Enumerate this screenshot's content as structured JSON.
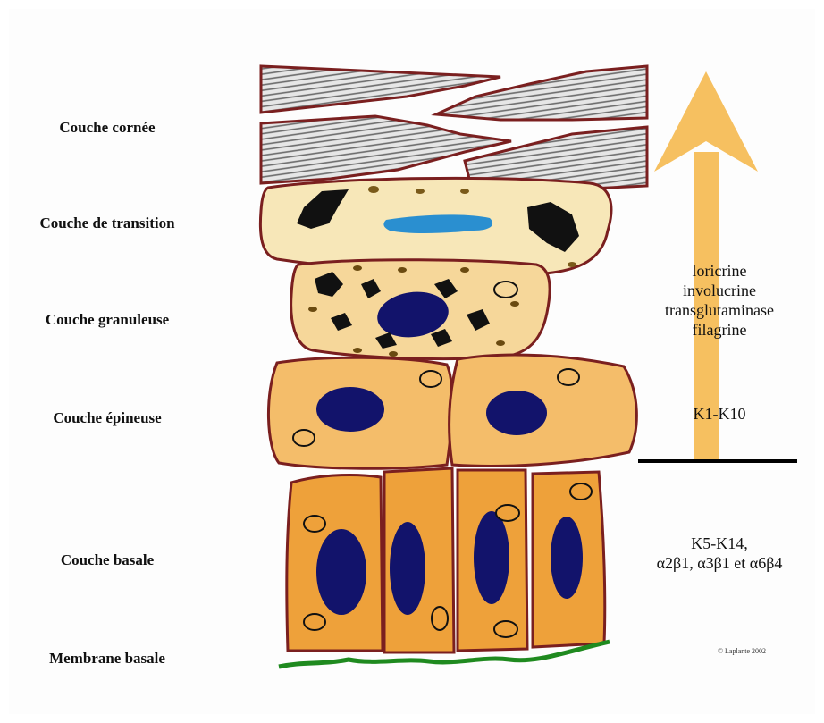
{
  "layers": [
    {
      "label": "Couche cornée"
    },
    {
      "label": "Couche de transition"
    },
    {
      "label": "Couche granuleuse"
    },
    {
      "label": "Couche épineuse"
    },
    {
      "label": "Couche basale"
    },
    {
      "label": "Membrane basale"
    }
  ],
  "differentiation_markers": [
    "loricrine",
    "involucrine",
    "transglutaminase",
    "filagrine"
  ],
  "suprabasal_keratins": "K1-K10",
  "basal_markers": [
    "K5-K14,",
    "α2β1, α3β1 et α6β4"
  ],
  "copyright": "© Laplante 2002",
  "colors": {
    "arrow": "#f6c060",
    "corneous_fill": "#cfcfcf",
    "cell_outline": "#7a1f1f",
    "transition_fill": "#f7e7b8",
    "granular_fill": "#f6d79a",
    "spinous_fill": "#f4bd6a",
    "basal_fill": "#eea13a",
    "nucleus": "#12136b",
    "keratohyalin": "#111111",
    "transition_streak": "#2a8fd0",
    "basement_membrane": "#1f8a1f"
  }
}
